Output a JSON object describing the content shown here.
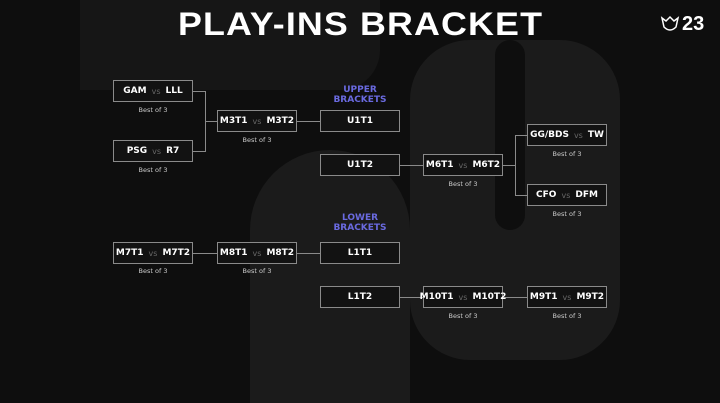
{
  "title": "PLAY-INS BRACKET",
  "logo_number": "23",
  "sections": {
    "upper": "UPPER BRACKETS",
    "lower": "LOWER BRACKETS"
  },
  "vs": "vs",
  "best_of": "Best of 3",
  "matches": {
    "m1": {
      "t1": "GAM",
      "t2": "LLL"
    },
    "m2": {
      "t1": "PSG",
      "t2": "R7"
    },
    "m3": {
      "t1": "M3T1",
      "t2": "M3T2"
    },
    "m6": {
      "t1": "M6T1",
      "t2": "M6T2"
    },
    "m4": {
      "t1": "GG/BDS",
      "t2": "TW"
    },
    "m5": {
      "t1": "CFO",
      "t2": "DFM"
    },
    "m7": {
      "t1": "M7T1",
      "t2": "M7T2"
    },
    "m8": {
      "t1": "M8T1",
      "t2": "M8T2"
    },
    "m10": {
      "t1": "M10T1",
      "t2": "M10T2"
    },
    "m9": {
      "t1": "M9T1",
      "t2": "M9T2"
    }
  },
  "slots": {
    "u1t1": "U1T1",
    "u1t2": "U1T2",
    "l1t1": "L1T1",
    "l1t2": "L1T2"
  }
}
